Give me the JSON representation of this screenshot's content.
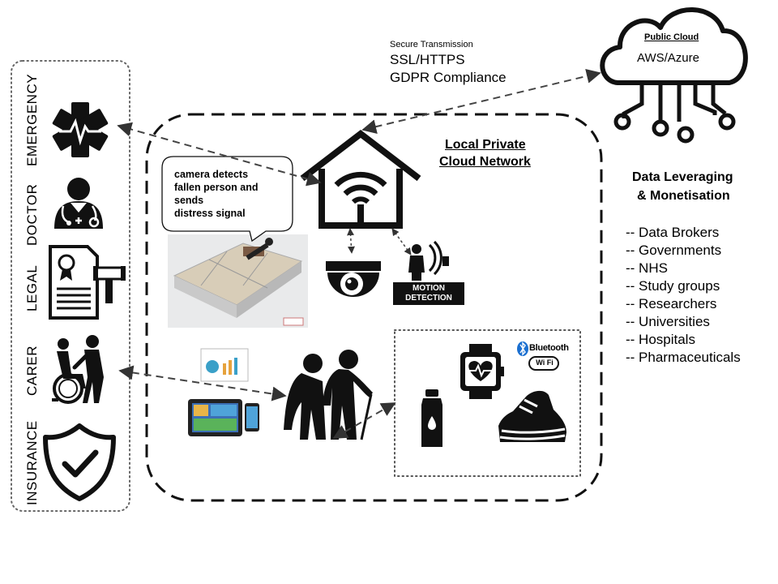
{
  "services": {
    "emergency": "EMERGENCY",
    "doctor": "DOCTOR",
    "legal": "LEGAL",
    "carer": "CARER",
    "insurance": "INSURANCE"
  },
  "transmission": {
    "heading": "Secure Transmission",
    "line1": "SSL/HTTPS",
    "line2": "GDPR Compliance"
  },
  "cloud": {
    "title": "Public Cloud",
    "subtitle": "AWS/Azure"
  },
  "local_network": {
    "line1": "Local Private",
    "line2": "Cloud Network"
  },
  "callout": {
    "line1": "camera detects",
    "line2": "fallen person and",
    "line3": "sends",
    "line4": "distress signal"
  },
  "motion_label": {
    "line1": "MOTION",
    "line2": "DETECTION"
  },
  "wearables": {
    "bluetooth": "Bluetooth",
    "wifi": "Wi Fi"
  },
  "monetisation": {
    "title_line1": "Data Leveraging",
    "title_line2": "& Monetisation",
    "items": [
      "-- Data Brokers",
      "-- Governments",
      "-- NHS",
      "-- Study groups",
      "-- Researchers",
      "-- Universities",
      "-- Hospitals",
      "-- Pharmaceuticals"
    ]
  },
  "icons": {
    "emergency": "star-of-life-icon",
    "doctor": "doctor-icon",
    "legal": "legal-document-gavel-icon",
    "carer": "carer-wheelchair-icon",
    "insurance": "shield-check-icon",
    "home": "smart-home-wifi-icon",
    "camera": "dome-camera-icon",
    "motion": "motion-sensor-icon",
    "elderly": "elderly-couple-icon",
    "bottle": "water-bottle-icon",
    "watch": "smartwatch-heart-icon",
    "shoe": "running-shoe-icon",
    "cloud": "cloud-circuit-icon"
  }
}
